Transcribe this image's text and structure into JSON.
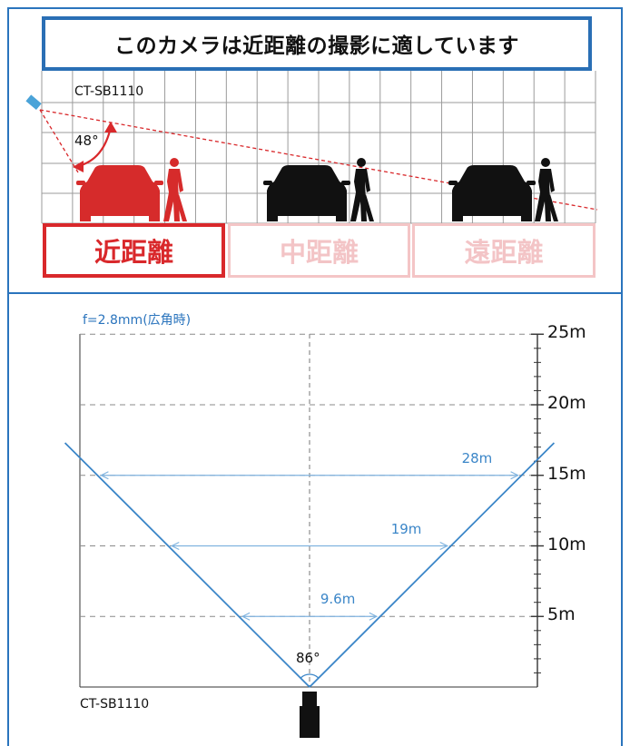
{
  "headline": "このカメラは近距離の撮影に適しています",
  "model_top": "CT-SB1110",
  "model_bottom": "CT-SB1110",
  "angle_top": "48°",
  "ranges": {
    "near": "近距離",
    "mid": "中距離",
    "far": "遠距離"
  },
  "coverage": {
    "focal": "f=2.8mm(広角時)",
    "view_angle": "86°",
    "distances": [
      "25m",
      "20m",
      "15m",
      "10m",
      "5m"
    ],
    "widths": [
      {
        "distance": 15,
        "label": "28m"
      },
      {
        "distance": 10,
        "label": "19m"
      },
      {
        "distance": 5,
        "label": "9.6m"
      }
    ]
  },
  "colors": {
    "accent_blue": "#2a74bd",
    "red": "#d9282b",
    "faded_red": "#f3c4c6",
    "line_blue": "#3b86c8"
  }
}
